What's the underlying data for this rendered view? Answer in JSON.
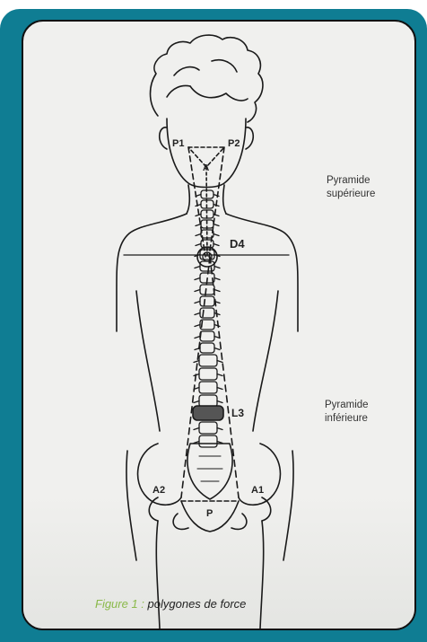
{
  "labels": {
    "upper_pyramid": "Pyramide supérieure",
    "lower_pyramid": "Pyramide inférieure",
    "p1": "P1",
    "p2": "P2",
    "apex_a": "A",
    "d4": "D4",
    "l3": "L3",
    "a2": "A2",
    "a1": "A1",
    "p": "P"
  },
  "caption": {
    "prefix": "Figure 1 : ",
    "text": "polygones de force"
  },
  "colors": {
    "frame": "#0f7d93",
    "card": "#f0f0ee",
    "caption_accent": "#8ab94a",
    "line": "#1a1a1a",
    "l3_highlight": "#555555"
  }
}
